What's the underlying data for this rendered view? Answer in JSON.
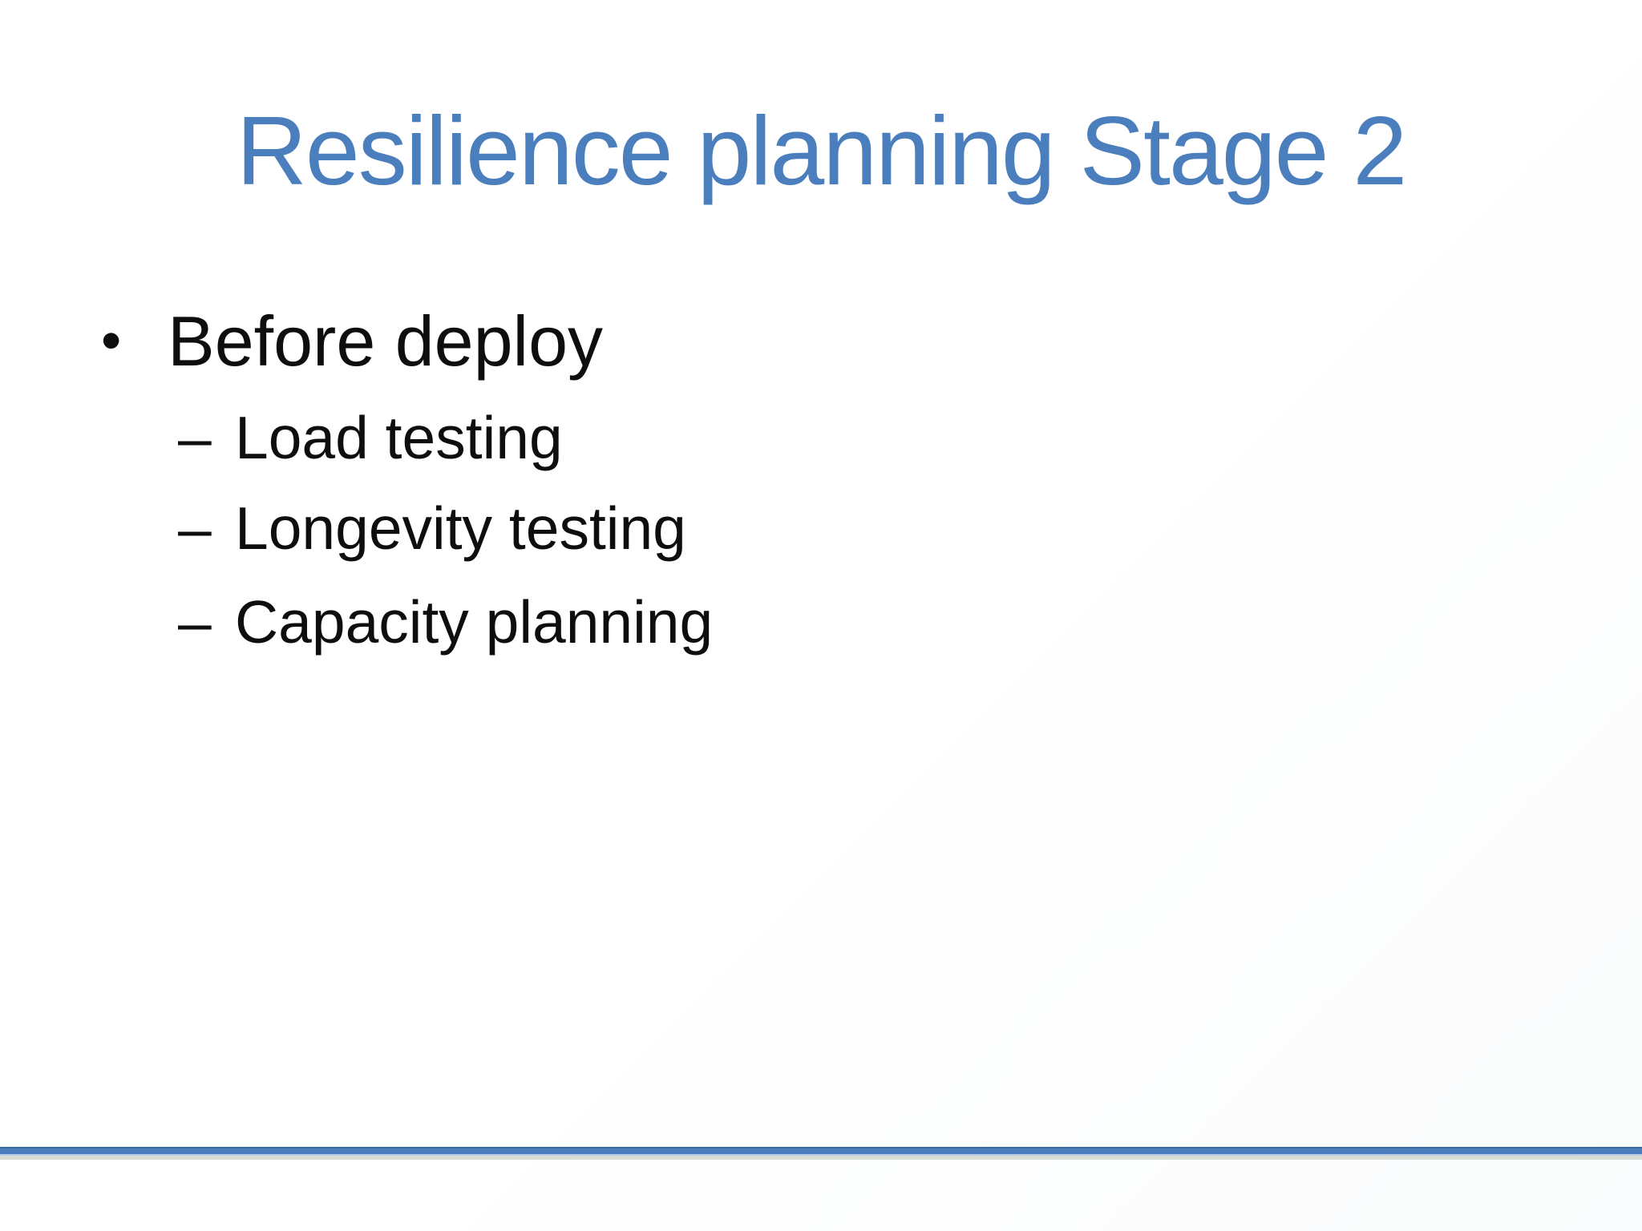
{
  "slide": {
    "title": "Resilience planning Stage 2",
    "bullets": [
      {
        "marker": "•",
        "label": "Before deploy",
        "children": [
          {
            "marker": "–",
            "label": "Load testing"
          },
          {
            "marker": "–",
            "label": "Longevity testing"
          },
          {
            "marker": "–",
            "label": "Capacity planning"
          }
        ]
      }
    ],
    "colors": {
      "title_text": "#4a7ebc",
      "body_text": "#0e0e0e",
      "rule_dark_blue": "#3e6b9d",
      "rule_blue": "#4a7ebc",
      "rule_light_blue": "#b9cbe2",
      "rule_gray_green": "#d9ded5"
    }
  }
}
